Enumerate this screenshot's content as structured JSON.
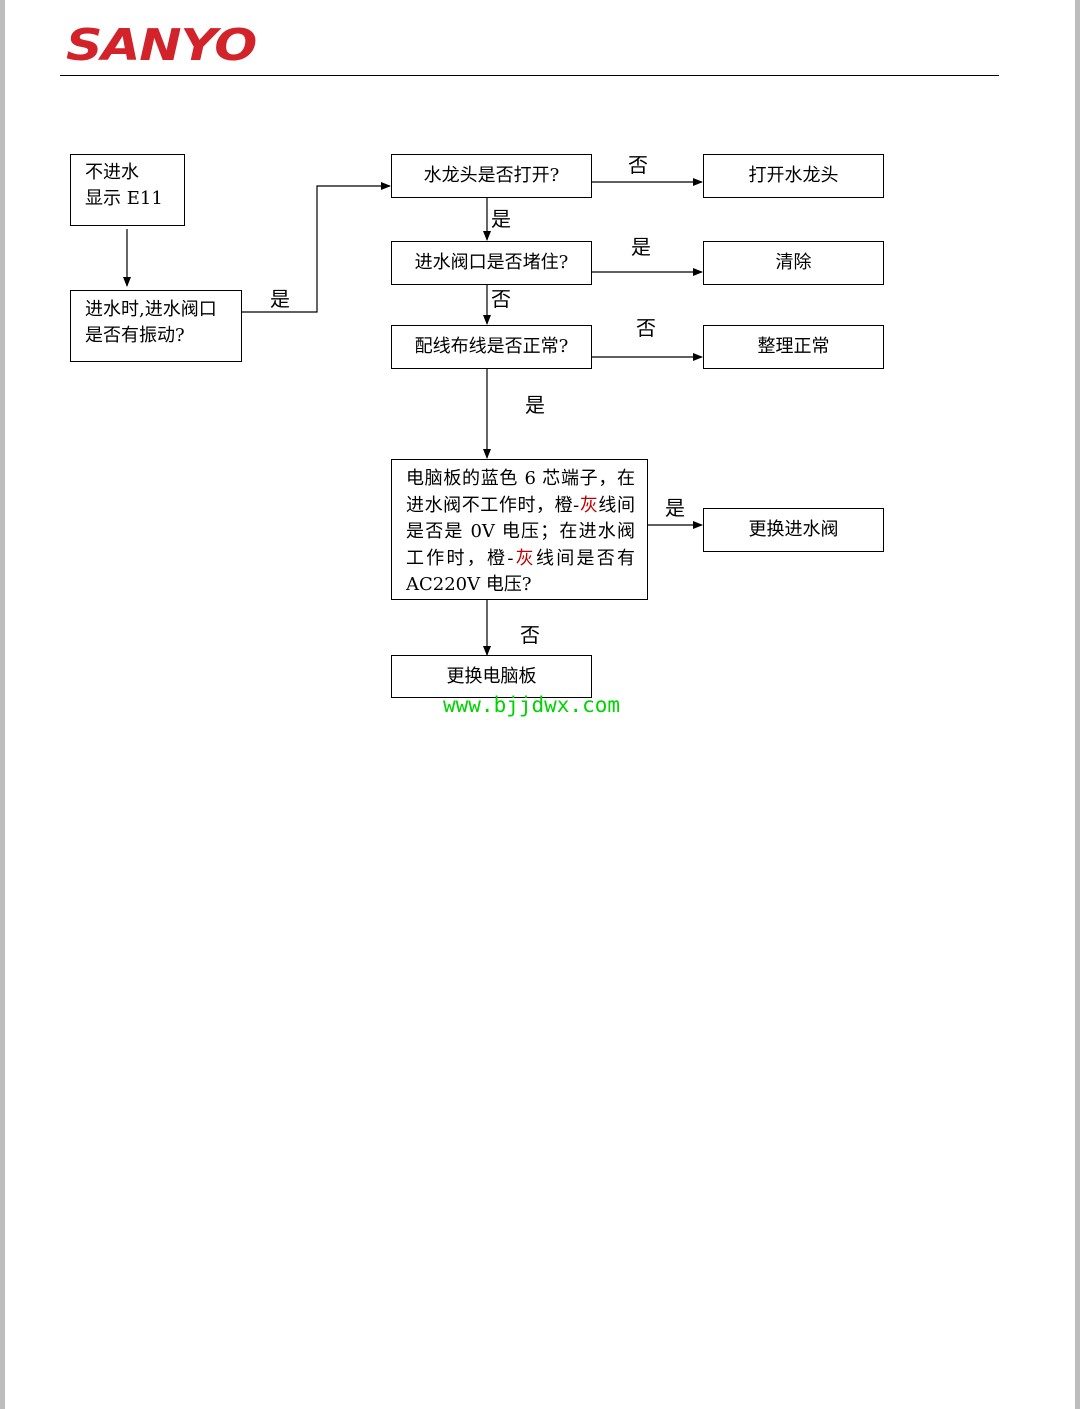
{
  "header": {
    "logo_text": "SANYO",
    "logo_color": "#d2232a"
  },
  "flowchart": {
    "start": "不进水\n显示 E11",
    "q_vibrate": "进水时,进水阀口\n是否有振动?",
    "q_tap": "水龙头是否打开?",
    "a_open_tap": "打开水龙头",
    "q_valve": "进水阀口是否堵住?",
    "a_clear": "清除",
    "q_wiring": "配线布线是否正常?",
    "a_fix_wiring": "整理正常",
    "q_board": {
      "part1": "电脑板的蓝色 6 芯端子，在进水阀不工作时，橙-",
      "gray1": "灰",
      "part2": "线间是否是 0V 电压；在进水阀工作时，橙-",
      "gray2": "灰",
      "part3": "线间是否有 AC220V 电压?"
    },
    "a_replace_valve": "更换进水阀",
    "a_replace_board": "更换电脑板",
    "labels": {
      "vibrate_yes": "是",
      "tap_no": "否",
      "tap_yes": "是",
      "valve_yes": "是",
      "valve_no": "否",
      "wiring_no": "否",
      "wiring_yes": "是",
      "board_yes": "是",
      "board_no": "否"
    },
    "highlight_color": "#c00000"
  },
  "watermark": {
    "text": "www.bjjdwx.com",
    "color": "#00d400"
  }
}
